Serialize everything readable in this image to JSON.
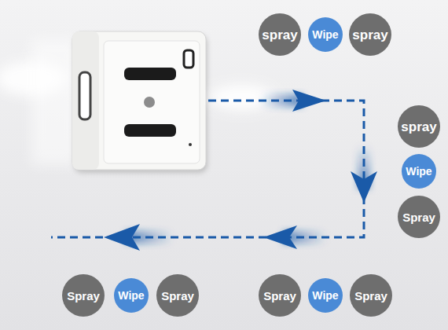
{
  "diagram": {
    "nodes": [
      {
        "text": [
          "spray"
        ]
      },
      {
        "text": [
          "Wipe"
        ]
      },
      {
        "text": [
          "spray"
        ]
      },
      {
        "text": [
          "spray"
        ]
      },
      {
        "text": [
          "Wipe"
        ]
      },
      {
        "text": [
          "Spray"
        ]
      },
      {
        "text": [
          "Spray"
        ]
      },
      {
        "text": [
          "Wipe"
        ]
      },
      {
        "text": [
          "Spray"
        ]
      },
      {
        "text": [
          "Spray"
        ]
      },
      {
        "text": [
          "Wipe"
        ]
      },
      {
        "text": [
          "Spray"
        ]
      }
    ]
  }
}
